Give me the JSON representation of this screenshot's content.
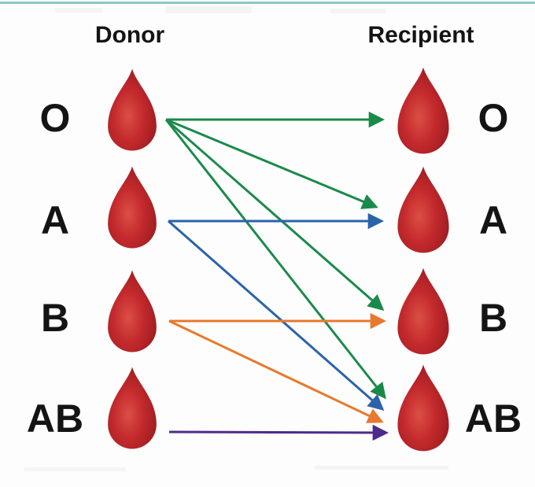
{
  "headers": {
    "donor": "Donor",
    "recipient": "Recipient"
  },
  "blood_types": [
    "O",
    "A",
    "B",
    "AB"
  ],
  "donor_labels": {
    "0": "O",
    "1": "A",
    "2": "B",
    "3": "AB"
  },
  "recipient_labels": {
    "0": "O",
    "1": "A",
    "2": "B",
    "3": "AB"
  },
  "arrow_colors": {
    "green": "#1a8a4a",
    "blue": "#2b63ab",
    "orange": "#e8792e",
    "purple": "#4c2b8c"
  },
  "accent_colors": {
    "top_border": "#8cc9c2",
    "drop_light": "#db4f45",
    "drop_main": "#c42a2d",
    "drop_dark": "#8f181d",
    "label_text": "#141414"
  },
  "compatibility": [
    {
      "donor": "O",
      "recipient": "O",
      "color": "green"
    },
    {
      "donor": "O",
      "recipient": "A",
      "color": "green"
    },
    {
      "donor": "O",
      "recipient": "B",
      "color": "green"
    },
    {
      "donor": "O",
      "recipient": "AB",
      "color": "green"
    },
    {
      "donor": "A",
      "recipient": "A",
      "color": "blue"
    },
    {
      "donor": "A",
      "recipient": "AB",
      "color": "blue"
    },
    {
      "donor": "B",
      "recipient": "B",
      "color": "orange"
    },
    {
      "donor": "B",
      "recipient": "AB",
      "color": "orange"
    },
    {
      "donor": "AB",
      "recipient": "AB",
      "color": "purple"
    }
  ]
}
